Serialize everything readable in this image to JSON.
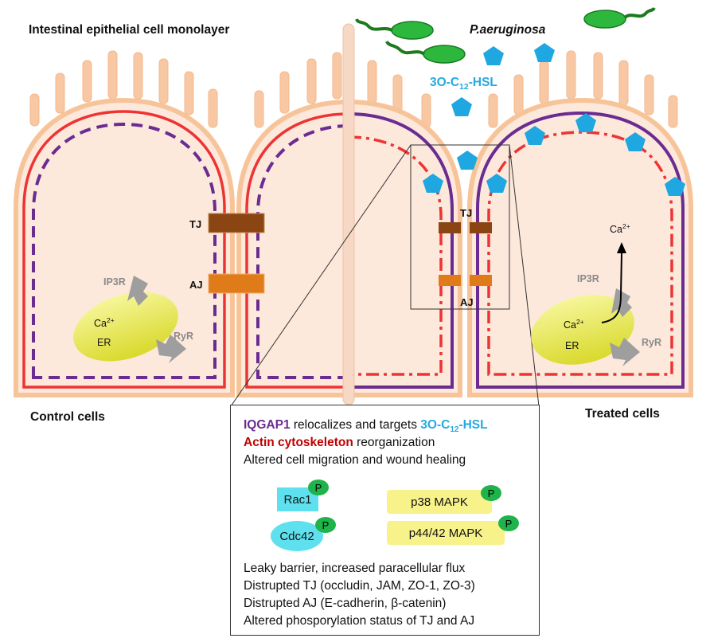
{
  "labels": {
    "monolayer_title": "Intestinal epithelial cell monolayer",
    "pathogen": "P.aeruginosa",
    "hsl_main": "3O-C",
    "hsl_sub": "12",
    "hsl_suffix": "-HSL",
    "control": "Control cells",
    "treated": "Treated cells",
    "tj": "TJ",
    "aj": "AJ",
    "ca_left": "Ca",
    "ca_sup": "2+",
    "er": "ER",
    "ip3r": "IP3R",
    "ryr": "RyR",
    "ca_released": "Ca"
  },
  "panel": {
    "line1_a": "IQGAP1",
    "line1_b": " relocalizes and targets ",
    "line1_c": "3O-C",
    "line1_c_sub": "12",
    "line1_d": "-HSL",
    "line2_a": "Actin cytoskeleton",
    "line2_b": " reorganization",
    "line3": "Altered cell migration and wound healing",
    "rac1": "Rac1",
    "cdc42": "Cdc42",
    "p38": "p38 MAPK",
    "p4442": "p44/42 MAPK",
    "p": "P",
    "effects": [
      "Leaky barrier,  increased paracellular flux",
      "Distrupted TJ (occludin, JAM, ZO-1, ZO-3)",
      "Distrupted AJ (E-cadherin, β-catenin)",
      "Altered phosporylation status of TJ and AJ"
    ]
  },
  "colors": {
    "cell_fill": "#fde8dc",
    "cell_border": "#f7c49a",
    "membrane_red": "#ee3333",
    "iqgap_purple": "#6a2c91",
    "tj_brown": "#8b4513",
    "aj_orange": "#e07b1a",
    "hsl_blue": "#1ea7e1",
    "bacteria_green": "#2db83d",
    "er_yellow": "#e8e84a"
  }
}
